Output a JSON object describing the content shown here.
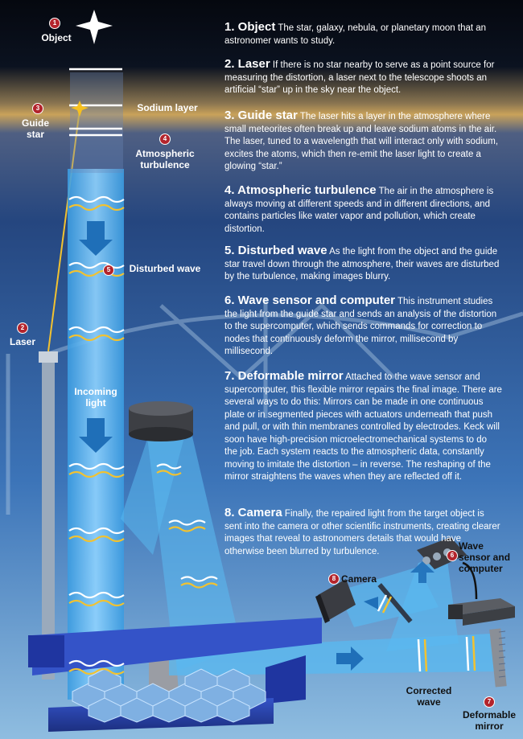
{
  "labels": {
    "object": "Object",
    "sodium_layer": "Sodium layer",
    "guide_star": "Guide star",
    "atmospheric_turbulence": "Atmospheric turbulence",
    "disturbed_wave": "Disturbed wave",
    "laser": "Laser",
    "incoming_light": "Incoming light",
    "camera": "Camera",
    "wave_sensor": "Wave sensor and computer",
    "corrected_wave": "Corrected wave",
    "deformable_mirror": "Deformable mirror"
  },
  "badges": {
    "object": "1",
    "laser": "2",
    "guide_star": "3",
    "atmospheric_turbulence": "4",
    "disturbed_wave": "5",
    "wave_sensor": "6",
    "deformable_mirror": "7",
    "camera": "8"
  },
  "steps": [
    {
      "title": "1. Object",
      "body": "The star, galaxy, nebula, or planetary moon that an astronomer wants to study."
    },
    {
      "title": "2. Laser",
      "body": "If there is no star nearby to serve as a point source for measuring the distortion, a laser next to the telescope shoots an artificial “star” up in the sky near the object."
    },
    {
      "title": "3. Guide star",
      "body": "The laser hits a layer in the atmosphere where small meteorites often break up and leave sodium atoms in the air. The laser, tuned to a wavelength that will interact only with sodium, excites the atoms, which then re-emit the laser light to create a glowing “star.”"
    },
    {
      "title": "4. Atmospheric turbulence",
      "body": "The air in the atmosphere is always moving at different speeds and in different directions, and contains particles like water vapor and pollution, which create distortion."
    },
    {
      "title": "5. Disturbed wave",
      "body": "As the light from the object and the guide star travel down through the atmosphere, their waves are disturbed by the turbulence, making images blurry."
    },
    {
      "title": "6. Wave sensor and computer",
      "body": "This instrument studies the light from the guide star and sends an analysis of the distortion to the supercomputer, which sends commands for correction to nodes that continuously deform the mirror, millisecond by millisecond."
    },
    {
      "title": "7. Deformable mirror",
      "body": "Attached to the wave sensor and supercomputer, this flexible mirror repairs the final image. There are several ways to do this: Mirrors can be made in one continuous plate or in segmented pieces with actuators underneath that push and pull, or with thin membranes controlled by electrodes. Keck will soon have high-precision microelectromechanical systems to do the job. Each system reacts to the atmospheric data, constantly moving to imitate the distortion – in reverse. The reshaping of the mirror straightens the waves when they are reflected off it."
    },
    {
      "title": "8. Camera",
      "body": "Finally, the repaired light from the target object is sent into the camera or other scientific instruments, creating clearer images that reveal to astronomers details that would have otherwise been blurred by turbulence."
    }
  ],
  "colors": {
    "sky_top": "#05080f",
    "sky_mid": "#2f5899",
    "sodium_glow": "#c9a25a",
    "beam": "#4fb2ec",
    "wave_white": "#ffffff",
    "wave_gold": "#f2c230",
    "laser_beam": "#f2c230",
    "badge": "#b3242c",
    "structure": "#2440a0"
  }
}
